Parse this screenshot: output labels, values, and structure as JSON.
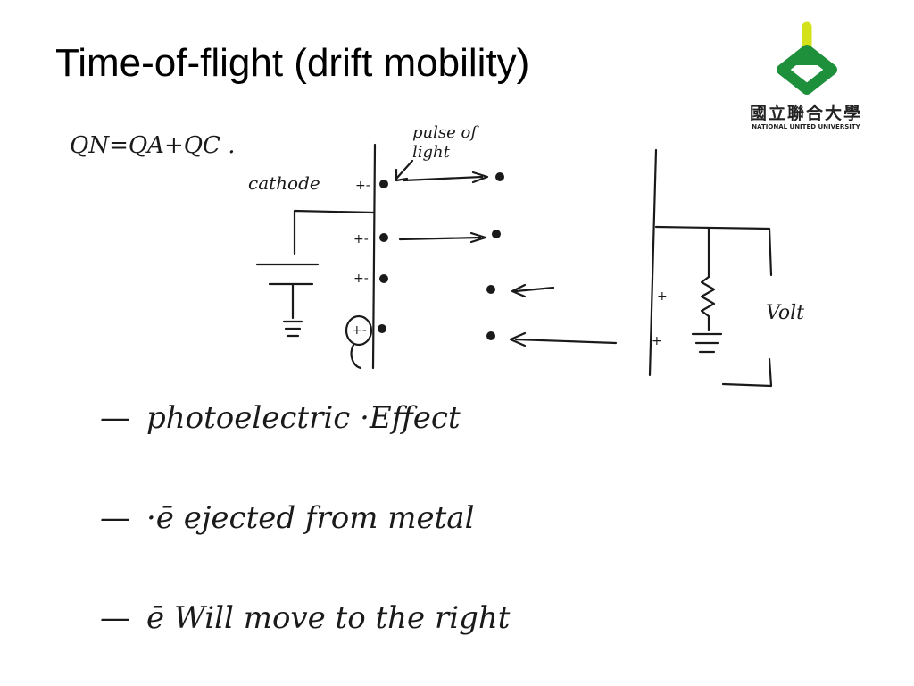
{
  "slide": {
    "title": "Time-of-flight (drift mobility)"
  },
  "logo": {
    "chinese_name": "國立聯合大學",
    "english_name": "NATIONAL UNITED UNIVERSITY",
    "colors": {
      "green": "#1e8f3a",
      "yellow": "#d4e21a"
    }
  },
  "handwritten": {
    "formula": "QN=QA+QC .",
    "cathode_label": "cathode",
    "pulse_label": "pulse of light",
    "volt_label": "Volt",
    "charge_marks": [
      "+-",
      "+-",
      "+-",
      "+-"
    ],
    "plate_signs": [
      "+",
      "+"
    ]
  },
  "bullets": [
    {
      "dash": "—",
      "text": "photoelectric ·Effect"
    },
    {
      "dash": "—",
      "text": "·ē ejected from metal"
    },
    {
      "dash": "—",
      "text": "ē Will move to the right"
    }
  ]
}
